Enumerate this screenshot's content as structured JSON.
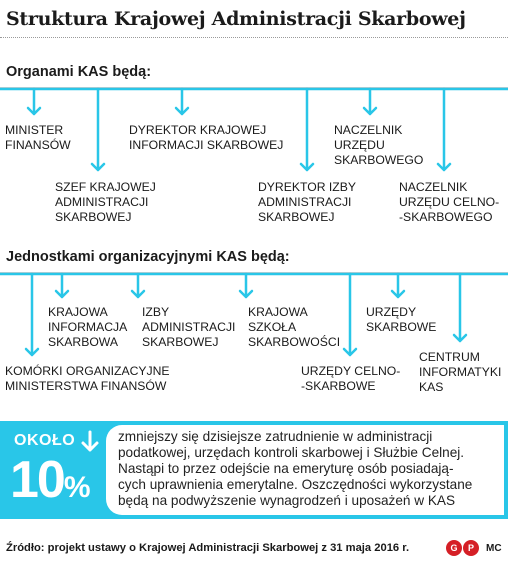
{
  "title": "Struktura Krajowej Administracji Skarbowej",
  "section1": {
    "heading": "Organami KAS będą:",
    "items": [
      [
        "MINISTER",
        "FINANSÓW"
      ],
      [
        "SZEF KRAJOWEJ",
        "ADMINISTRACJI",
        "SKARBOWEJ"
      ],
      [
        "DYREKTOR KRAJOWEJ",
        "INFORMACJI SKARBOWEJ"
      ],
      [
        "DYREKTOR IZBY",
        "ADMINISTRACJI",
        "SKARBOWEJ"
      ],
      [
        "NACZELNIK",
        "URZĘDU",
        "SKARBOWEGO"
      ],
      [
        "NACZELNIK",
        "URZĘDU CELNO-",
        "-SKARBOWEGO"
      ]
    ]
  },
  "section2": {
    "heading": "Jednostkami organizacyjnymi KAS będą:",
    "items": [
      [
        "KOMÓRKI ORGANIZACYJNE",
        "MINISTERSTWA FINANSÓW"
      ],
      [
        "KRAJOWA",
        "INFORMACJA",
        "SKARBOWA"
      ],
      [
        "IZBY",
        "ADMINISTRACJI",
        "SKARBOWEJ"
      ],
      [
        "KRAJOWA",
        "SZKOŁA",
        "SKARBOWOŚCI"
      ],
      [
        "URZĘDY CELNO-",
        "-SKARBOWE"
      ],
      [
        "URZĘDY",
        "SKARBOWE"
      ],
      [
        "CENTRUM",
        "INFORMATYKI",
        "KAS"
      ]
    ]
  },
  "callout": {
    "label": "OKOŁO",
    "value": "10",
    "unit": "%",
    "text_lines": [
      "zmniejszy się dzisiejsze zatrudnienie w administracji",
      "podatkowej, urzędach kontroli skarbowej i Służbie Celnej.",
      "Nastąpi to przez odejście na emeryturę osób posiadają-",
      "cych uprawnienia emerytalne. Oszczędności wykorzystane",
      "będą na podwyższenie wynagrodzeń i uposażeń w KAS"
    ]
  },
  "source": "Źródło: projekt ustawy o Krajowej Administracji Skarbowej z 31 maja 2016 r.",
  "logo": {
    "letters": [
      "G",
      "P"
    ]
  },
  "author": "MC",
  "colors": {
    "accent": "#29c6e8",
    "text": "#1a1a1a",
    "logo": "#d51f26"
  }
}
